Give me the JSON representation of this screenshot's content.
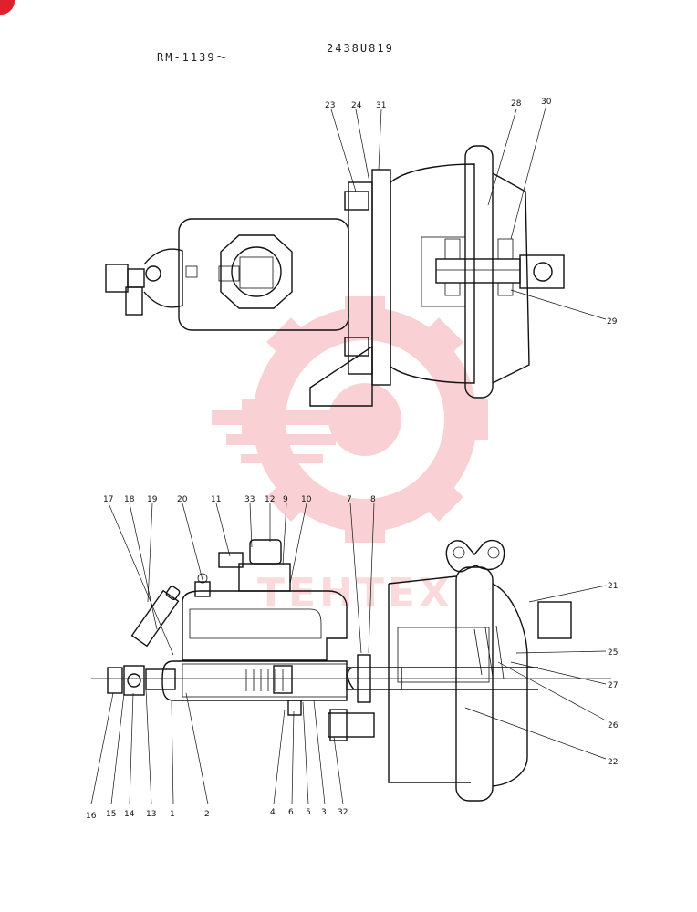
{
  "header": {
    "model_range": "RM-1139～",
    "drawing_number": "2438U819"
  },
  "watermark": {
    "text": "TEHTEX",
    "color": "#e8303a"
  },
  "top_view": {
    "callouts": [
      "23",
      "24",
      "31",
      "28",
      "30",
      "29"
    ]
  },
  "section_view": {
    "callouts": [
      "17",
      "18",
      "19",
      "20",
      "11",
      "33",
      "12",
      "9",
      "10",
      "7",
      "8",
      "21",
      "25",
      "27",
      "26",
      "22",
      "16",
      "15",
      "14",
      "13",
      "1",
      "2",
      "4",
      "6",
      "5",
      "3",
      "32"
    ]
  }
}
